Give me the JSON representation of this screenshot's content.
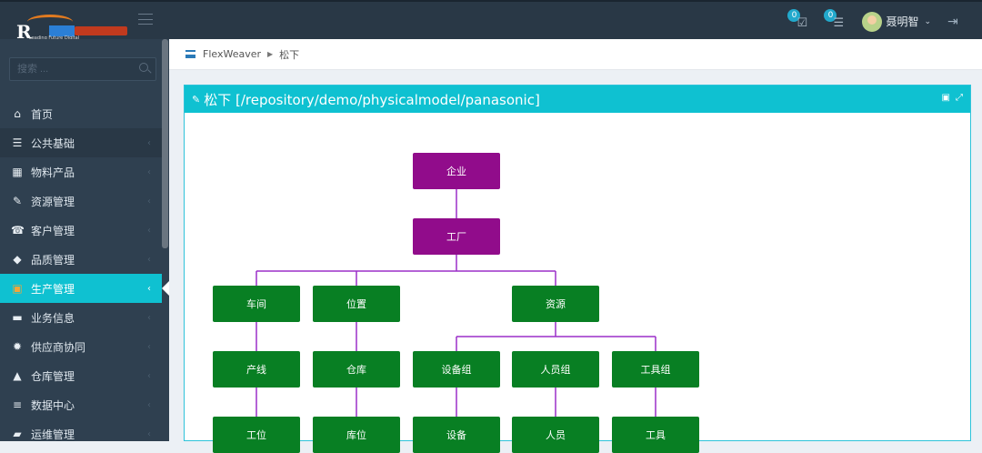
{
  "header": {
    "logo_letter": "R",
    "logo_sub": "Leading Future Digital",
    "tasks_badge": "0",
    "messages_badge": "0",
    "user_name": "聂明智"
  },
  "sidebar": {
    "search_placeholder": "搜索 ...",
    "items": [
      {
        "label": "首页",
        "icon": "home-icon"
      },
      {
        "label": "公共基础",
        "icon": "sitemap-icon"
      },
      {
        "label": "物料产品",
        "icon": "grid-icon"
      },
      {
        "label": "资源管理",
        "icon": "wrench-icon"
      },
      {
        "label": "客户管理",
        "icon": "phone-icon"
      },
      {
        "label": "品质管理",
        "icon": "diamond-icon"
      },
      {
        "label": "生产管理",
        "icon": "factory-icon"
      },
      {
        "label": "业务信息",
        "icon": "briefcase-icon"
      },
      {
        "label": "供应商协同",
        "icon": "gear-icon"
      },
      {
        "label": "仓库管理",
        "icon": "warehouse-icon"
      },
      {
        "label": "数据中心",
        "icon": "list-icon"
      },
      {
        "label": "运维管理",
        "icon": "folder-icon"
      }
    ]
  },
  "breadcrumb": {
    "root": "FlexWeaver",
    "current": "松下"
  },
  "panel": {
    "title": "松下 [/repository/demo/physicalmodel/panasonic]"
  },
  "colors": {
    "header_bg": "#293846",
    "sidebar_bg": "#2f4050",
    "accent": "#0fc1d1",
    "node_green": "#087f23",
    "node_purple": "#910c8b",
    "connector": "#9b2fc8"
  },
  "org": {
    "enterprise": "企业",
    "factory": "工厂",
    "workshop": "车间",
    "location": "位置",
    "resource": "资源",
    "line": "产线",
    "warehouse": "仓库",
    "equipment_group": "设备组",
    "staff_group": "人员组",
    "tool_group": "工具组",
    "station": "工位",
    "storage_bin": "库位",
    "equipment": "设备",
    "staff": "人员",
    "tool": "工具"
  }
}
